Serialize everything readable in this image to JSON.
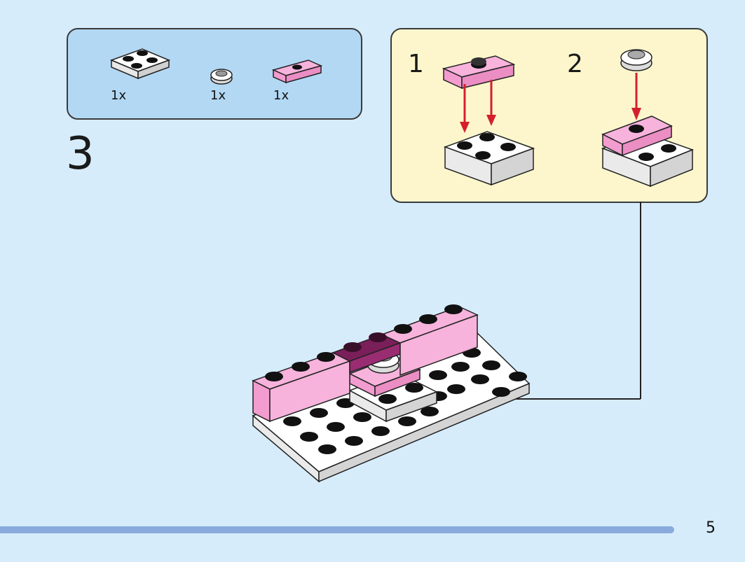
{
  "parts_list": {
    "items": [
      {
        "name": "white-plate-2x2",
        "quantity": "1x"
      },
      {
        "name": "white-round-plate-1x1",
        "quantity": "1x"
      },
      {
        "name": "pink-plate-1x2-jumper",
        "quantity": "1x"
      }
    ]
  },
  "step": {
    "number": "3"
  },
  "substeps": [
    {
      "number": "1"
    },
    {
      "number": "2"
    }
  ],
  "page": {
    "number": "5"
  },
  "colors": {
    "background": "#d6ecfb",
    "parts_box": "#b3d8f4",
    "substep_box": "#fdf6cc",
    "pink": "#f7b3dc",
    "dark_pink": "#7a1f5a",
    "arrow_red": "#d4202c",
    "progress": "#89aadc"
  }
}
